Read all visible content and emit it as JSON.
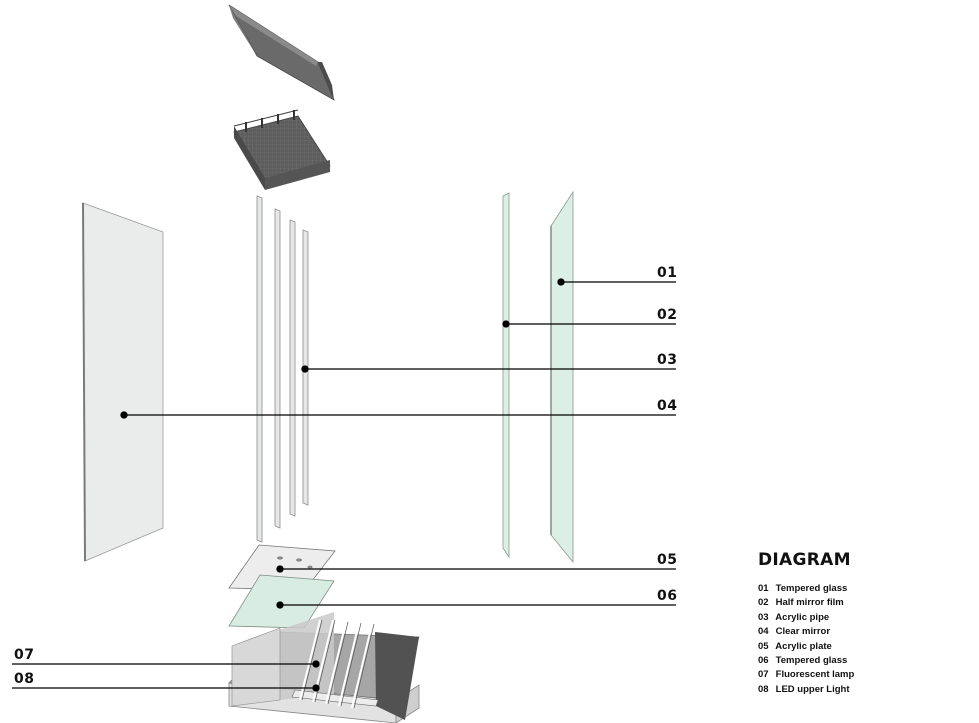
{
  "legend": {
    "title": "DIAGRAM",
    "items": [
      {
        "num": "01",
        "label": "Tempered glass"
      },
      {
        "num": "02",
        "label": "Half mirror film"
      },
      {
        "num": "03",
        "label": "Acrylic pipe"
      },
      {
        "num": "04",
        "label": "Clear mirror"
      },
      {
        "num": "05",
        "label": "Acrylic plate"
      },
      {
        "num": "06",
        "label": "Tempered glass"
      },
      {
        "num": "07",
        "label": "Fluorescent lamp"
      },
      {
        "num": "08",
        "label": "LED upper Light"
      }
    ]
  },
  "callouts": [
    "01",
    "02",
    "03",
    "04",
    "05",
    "06",
    "07",
    "08"
  ],
  "colors": {
    "glass_green": "#dcefe6",
    "glass_grey": "#e8ecea",
    "metal_dark": "#5e5e5e",
    "line": "#000000"
  }
}
